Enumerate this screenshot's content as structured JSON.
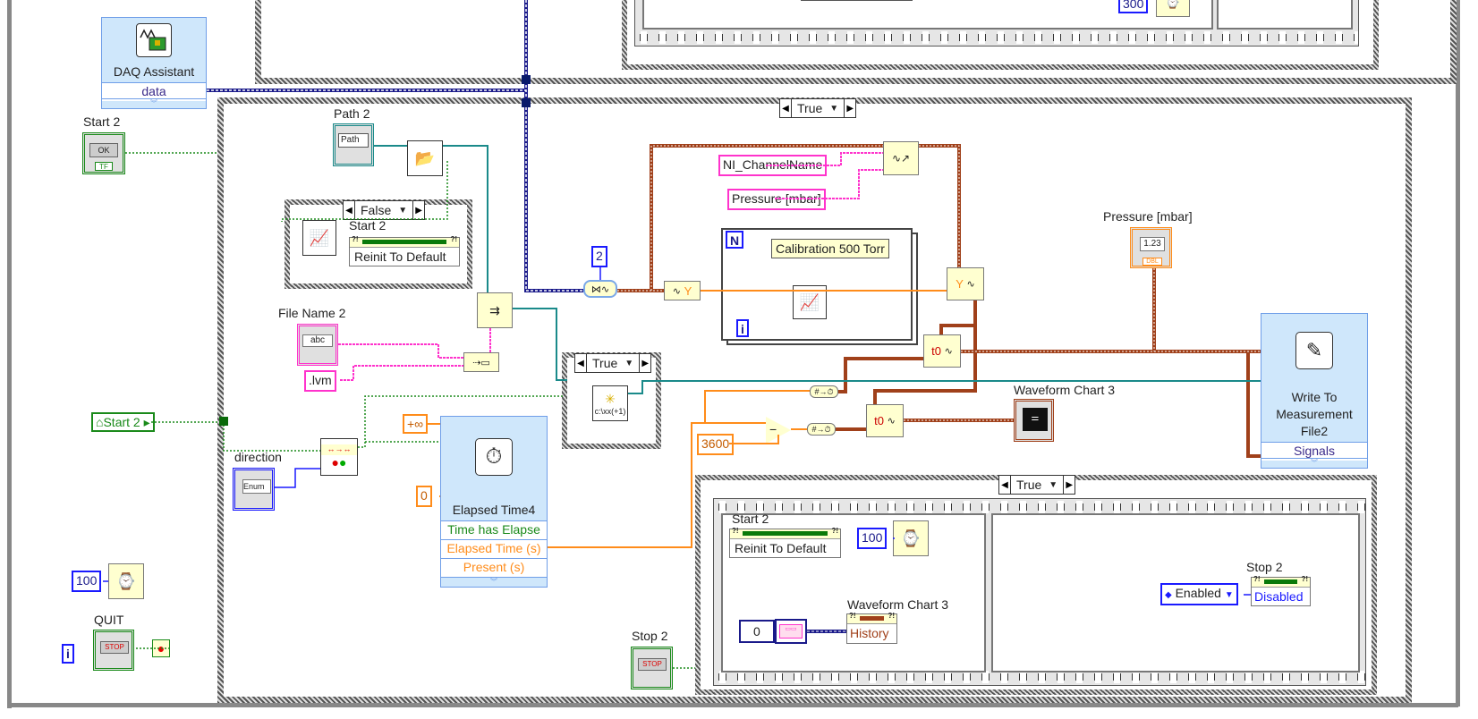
{
  "diagram": {
    "case_selectors": {
      "main": "True",
      "inner_false": "False",
      "file_case": "True",
      "bottom_case": "True"
    },
    "daq_assistant": {
      "title": "DAQ Assistant",
      "terminal": "data"
    },
    "controls": {
      "start2_label": "Start 2",
      "start2_button": "OK",
      "start2_tf": "TF",
      "start2_local": "Start 2",
      "path2_label": "Path 2",
      "path2_text": "Path",
      "filename2_label": "File Name 2",
      "filename2_text": "abc",
      "direction_label": "direction",
      "direction_text": "Enum",
      "quit_label": "QUIT",
      "quit_button": "STOP",
      "stop2_label": "Stop 2",
      "stop2_button": "STOP"
    },
    "constants": {
      "lvm": ".lvm",
      "channel_name": "NI_ChannelName",
      "pressure_name": "Pressure [mbar]",
      "index_two": "2",
      "inf": "+∞",
      "zero": "0",
      "seconds_3600": "3600",
      "wait_100_main": "100",
      "wait_100_seq": "100",
      "wait_300": "300",
      "history_index": "0",
      "enabled_enum": "Enabled"
    },
    "for_loop": {
      "count_label": "N",
      "iter_label": "i",
      "comment": "Calibration 500 Torr"
    },
    "nodes": {
      "y_get": "Y",
      "y_set": "Y",
      "t0_a": "t0",
      "t0_b": "t0",
      "subtract": "−",
      "num_to_time": "#→⏱",
      "new_file_label": "c:\\xx(+1)"
    },
    "indicators": {
      "pressure_label": "Pressure [mbar]",
      "pressure_value": "1.23",
      "pressure_type": "DBL",
      "waveform_chart_label": "Waveform Chart 3"
    },
    "elapsed_time": {
      "title": "Elapsed Time4",
      "outputs": [
        "Time has Elapse",
        "Elapsed Time (s)",
        "Present (s)"
      ]
    },
    "write_file": {
      "title_lines": [
        "Write To",
        "Measurement",
        "File2"
      ],
      "terminal": "Signals"
    },
    "property_nodes": {
      "start2_inner": {
        "label": "Start 2",
        "property": "Reinit To Default"
      },
      "start2_seq": {
        "label": "Start 2",
        "property": "Reinit To Default"
      },
      "chart_history": {
        "label": "Waveform Chart 3",
        "property": "History"
      },
      "stop2_disabled": {
        "label": "Stop 2",
        "property": "Disabled"
      }
    },
    "loop_iteration": "i",
    "colors": {
      "wire_dynamic": "#1a1a8a",
      "wire_waveform": "#a0401a",
      "wire_string": "#ff33cc",
      "wire_path": "#1a8a8a",
      "wire_bool": "#1a8a1a",
      "wire_double": "#ff8c1a",
      "wire_int": "#1a1aff"
    }
  }
}
